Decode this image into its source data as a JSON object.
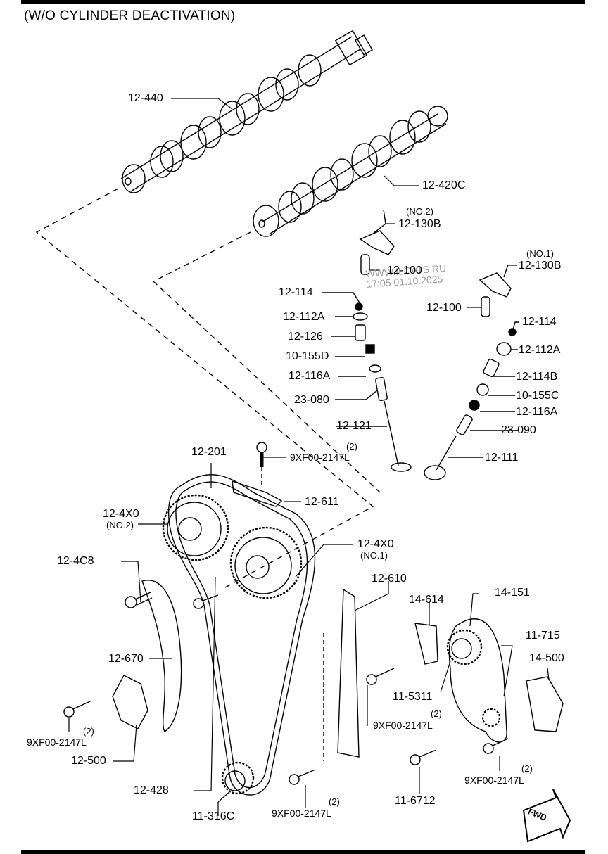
{
  "diagram": {
    "title": "(W/O CYLINDER DEACTIVATION)",
    "watermark": {
      "line1": "WWW.ILCATS.RU",
      "line2": "17:05 01.10.2025"
    },
    "orientation_marker": "FWD",
    "parts": {
      "camshaft_exhaust": {
        "number": "12-440"
      },
      "camshaft_intake": {
        "number": "12-420C"
      },
      "rocker_arm_no2": {
        "number": "12-130B",
        "qualifier": "(NO.2)"
      },
      "rocker_arm_no1": {
        "number": "12-130B",
        "qualifier": "(NO.1)"
      },
      "lash_adjuster_left": {
        "number": "12-100"
      },
      "lash_adjuster_right": {
        "number": "12-100"
      },
      "valve_keeper_left": {
        "number": "12-114"
      },
      "spring_retainer_left": {
        "number": "12-112A"
      },
      "valve_spring_left": {
        "number": "12-126"
      },
      "spring_seat_left": {
        "number": "10-155D"
      },
      "valve_seal_left": {
        "number": "12-116A"
      },
      "valve_guide_left": {
        "number": "23-080"
      },
      "valve_left": {
        "number": "12-121"
      },
      "valve_keeper_right": {
        "number": "12-114"
      },
      "spring_retainer_right": {
        "number": "12-112A"
      },
      "valve_spring_right": {
        "number": "12-114B"
      },
      "spring_seat_right": {
        "number": "10-155C"
      },
      "valve_seal_right": {
        "number": "12-116A"
      },
      "valve_guide_right": {
        "number": "23-090"
      },
      "valve_right": {
        "number": "12-111"
      },
      "timing_chain": {
        "number": "12-201"
      },
      "chain_guide_upper": {
        "number": "12-611"
      },
      "bolt_upper": {
        "number": "9XF00-2147L",
        "qty": "(2)"
      },
      "variable_valve_timing_no2": {
        "number": "12-4X0",
        "qualifier": "(NO.2)"
      },
      "variable_valve_timing_no1": {
        "number": "12-4X0",
        "qualifier": "(NO.1)"
      },
      "sprocket_bolt": {
        "number": "12-4C8"
      },
      "chain_guide_right": {
        "number": "12-610"
      },
      "tensioner_arm": {
        "number": "12-670"
      },
      "tensioner": {
        "number": "12-500"
      },
      "bolt_tensioner": {
        "number": "9XF00-2147L",
        "qty": "(2)"
      },
      "tensioner_pivot_bolt": {
        "number": "12-428"
      },
      "crank_sprocket": {
        "number": "11-316C"
      },
      "bolt_guide_right": {
        "number": "9XF00-2147L",
        "qty": "(2)"
      },
      "oil_pump_chain_guide": {
        "number": "14-614"
      },
      "oil_pump_chain": {
        "number": "14-151"
      },
      "oil_pump_sprocket": {
        "number": "11-715"
      },
      "oil_pump_tensioner": {
        "number": "14-500"
      },
      "oil_pump_drive_sprocket": {
        "number": "11-5311"
      },
      "bolt_oil_pump_guide": {
        "number": "9XF00-2147L",
        "qty": "(2)"
      },
      "oil_pump_sprocket_bolt": {
        "number": "11-6712"
      },
      "bolt_oil_pump_tensioner": {
        "number": "9XF00-2147L",
        "qty": "(2)"
      }
    }
  }
}
